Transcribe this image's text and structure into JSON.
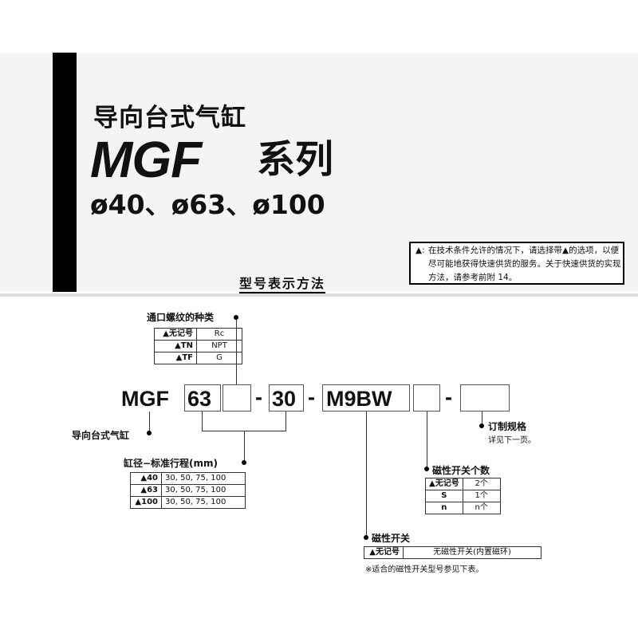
{
  "header": {
    "title_cn": "导向台式气缸",
    "title_model": "MGF",
    "title_series": "系列",
    "title_sizes": "ø40、ø63、ø100"
  },
  "notice": {
    "symbol": "▲:",
    "text": "在技术条件允许的情况下，请选择带▲的选项，以便尽可能地获得快速供货的服务。关于快速供货的实现方法，请参考前附 14。"
  },
  "section_title": "型号表示方法",
  "model_code": {
    "prefix": "MGF",
    "bore": "63",
    "sep1": "-",
    "stroke": "30",
    "sep2": "-",
    "switch": "M9BW",
    "sep3": "-"
  },
  "port_thread": {
    "label": "通口螺纹的种类",
    "rows": [
      {
        "key": "▲无记号",
        "value": "Rc"
      },
      {
        "key": "▲TN",
        "value": "NPT"
      },
      {
        "key": "▲TF",
        "value": "G"
      }
    ]
  },
  "cylinder_label": "导向台式气缸",
  "bore_stroke": {
    "label": "缸径−标准行程(mm)",
    "rows": [
      {
        "key": "▲40",
        "value": "30, 50, 75, 100"
      },
      {
        "key": "▲63",
        "value": "30, 50, 75, 100"
      },
      {
        "key": "▲100",
        "value": "30, 50, 75, 100"
      }
    ]
  },
  "custom_spec": {
    "label": "订制规格",
    "note": "详见下一页。"
  },
  "switch_count": {
    "label": "磁性开关个数",
    "rows": [
      {
        "key": "▲无记号",
        "value": "2个"
      },
      {
        "key": "S",
        "value": "1个"
      },
      {
        "key": "n",
        "value": "n个"
      }
    ]
  },
  "auto_switch": {
    "label": "磁性开关",
    "row": {
      "key": "▲无记号",
      "value": "无磁性开关(内置磁环)"
    },
    "note": "※适合的磁性开关型号参见下表。"
  }
}
